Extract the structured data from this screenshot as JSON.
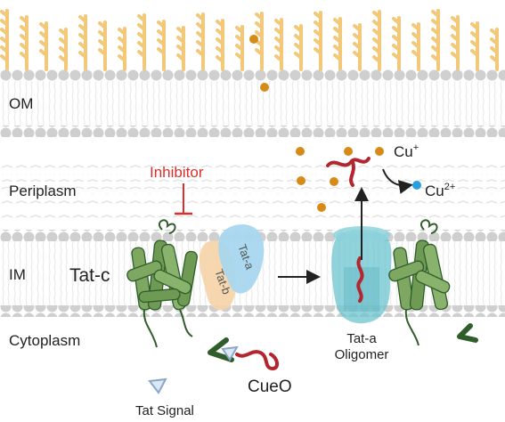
{
  "regions": {
    "om": "OM",
    "periplasm": "Periplasm",
    "im": "IM",
    "cytoplasm": "Cytoplasm"
  },
  "labels": {
    "tat_c": "Tat-c",
    "tat_a": "Tat-a",
    "tat_b": "Tat-b",
    "inhibitor": "Inhibitor",
    "oligomer_line1": "Tat-a",
    "oligomer_line2": "Oligomer",
    "cueo": "CueO",
    "tat_signal": "Tat Signal",
    "cu_plus": "Cu",
    "cu_plus_sup": "+",
    "cu_2plus": "Cu",
    "cu_2plus_sup": "2+"
  },
  "colors": {
    "lipid_head": "#cfcfcf",
    "lps": "#f3c879",
    "copper_particle": "#d88a18",
    "cu2_ion": "#2a9fe0",
    "inhibitor": "#d9302c",
    "tatc_green": "#6e9a54",
    "tata_blue": "#a8d7ee",
    "tatb_peach": "#f5d3a6",
    "oligomer_teal": "#6cc4cf",
    "cueo_red": "#b3262f"
  }
}
